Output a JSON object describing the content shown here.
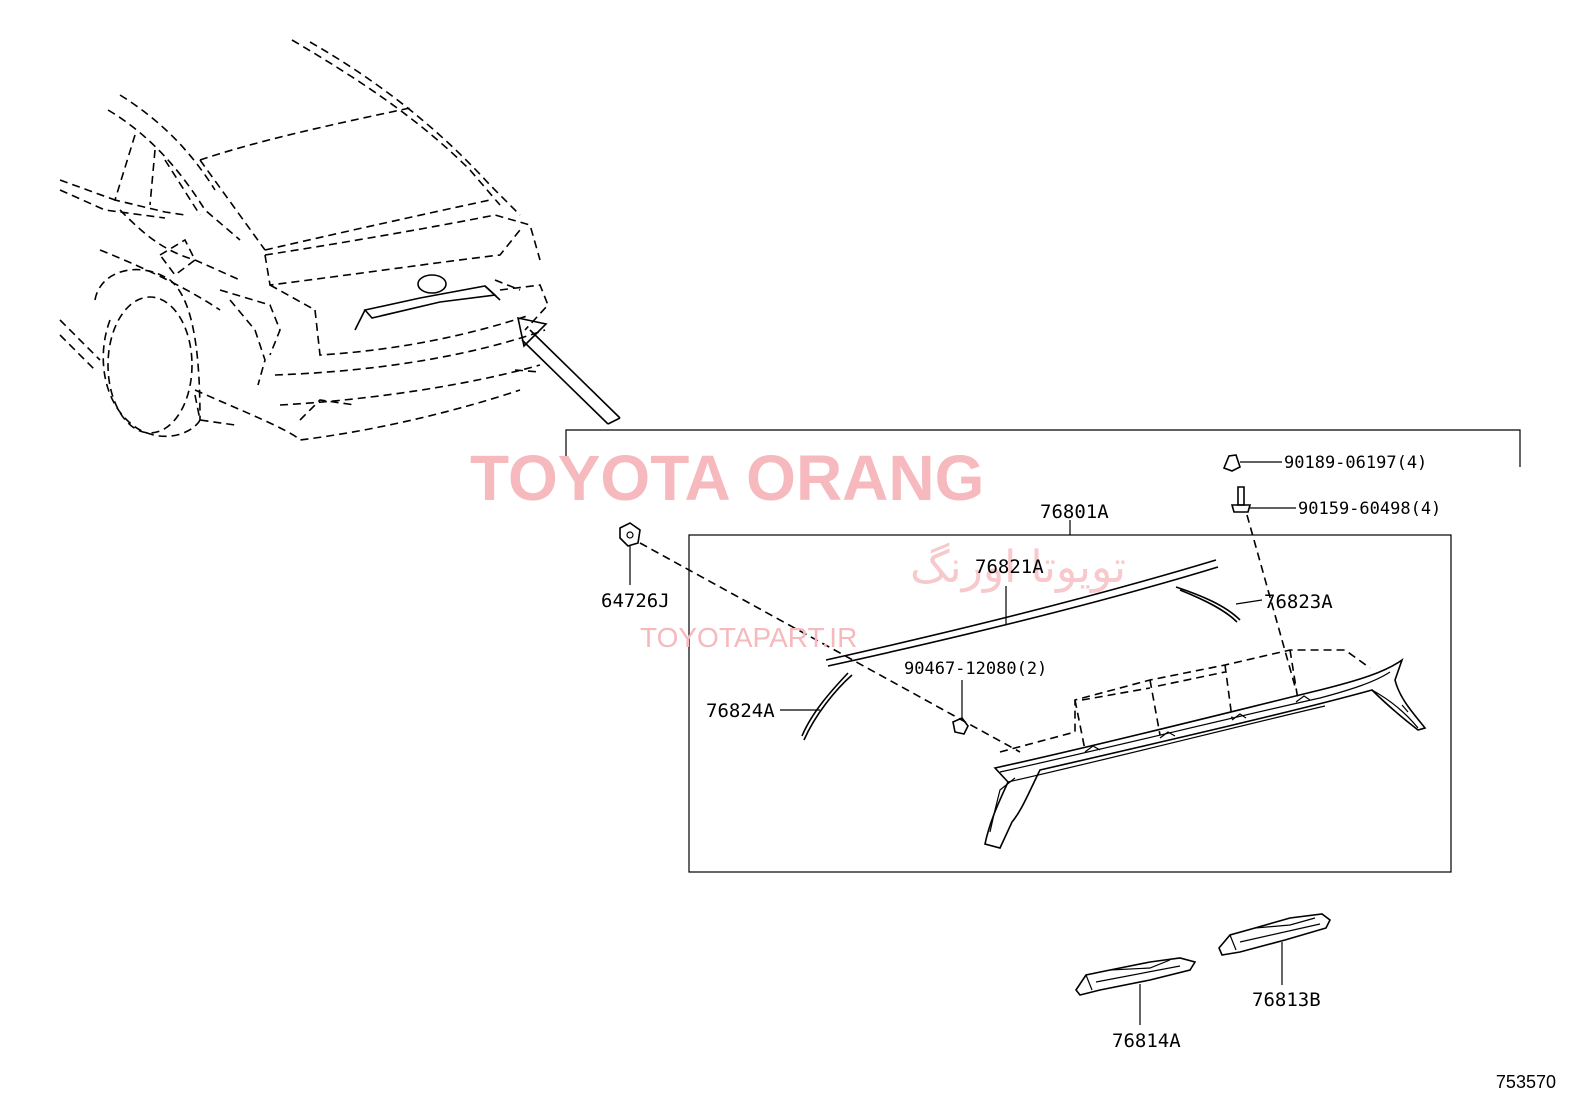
{
  "watermark": {
    "brand": "TOYOTA ORANG",
    "persian": "تویوتا اورنگ",
    "url": "TOYOTAPART.IR"
  },
  "parts": {
    "p76801A": "76801A",
    "p76821A": "76821A",
    "p76823A": "76823A",
    "p64726J": "64726J",
    "p90467": "90467-12080(2)",
    "p76824A": "76824A",
    "p90189": "90189-06197(4)",
    "p90159": "90159-60498(4)",
    "p76814A": "76814A",
    "p76813B": "76813B"
  },
  "diagram_code": "753570"
}
